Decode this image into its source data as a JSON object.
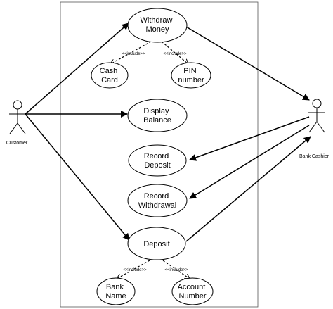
{
  "actors": {
    "customer": "Customer",
    "bank_cashier": "Bank Cashier"
  },
  "use_cases": {
    "withdraw_money": [
      "Withdraw",
      "Money"
    ],
    "cash_card": [
      "Cash",
      "Card"
    ],
    "pin_number": [
      "PIN",
      "number"
    ],
    "display_balance": [
      "Display",
      "Balance"
    ],
    "record_deposit": [
      "Record",
      "Deposit"
    ],
    "record_withdrawal": [
      "Record",
      "Withdrawal"
    ],
    "deposit": [
      "Deposit"
    ],
    "bank_name": [
      "Bank",
      "Name"
    ],
    "account_number": [
      "Account",
      "Number"
    ]
  },
  "stereotypes": {
    "include": "<<include>>"
  }
}
